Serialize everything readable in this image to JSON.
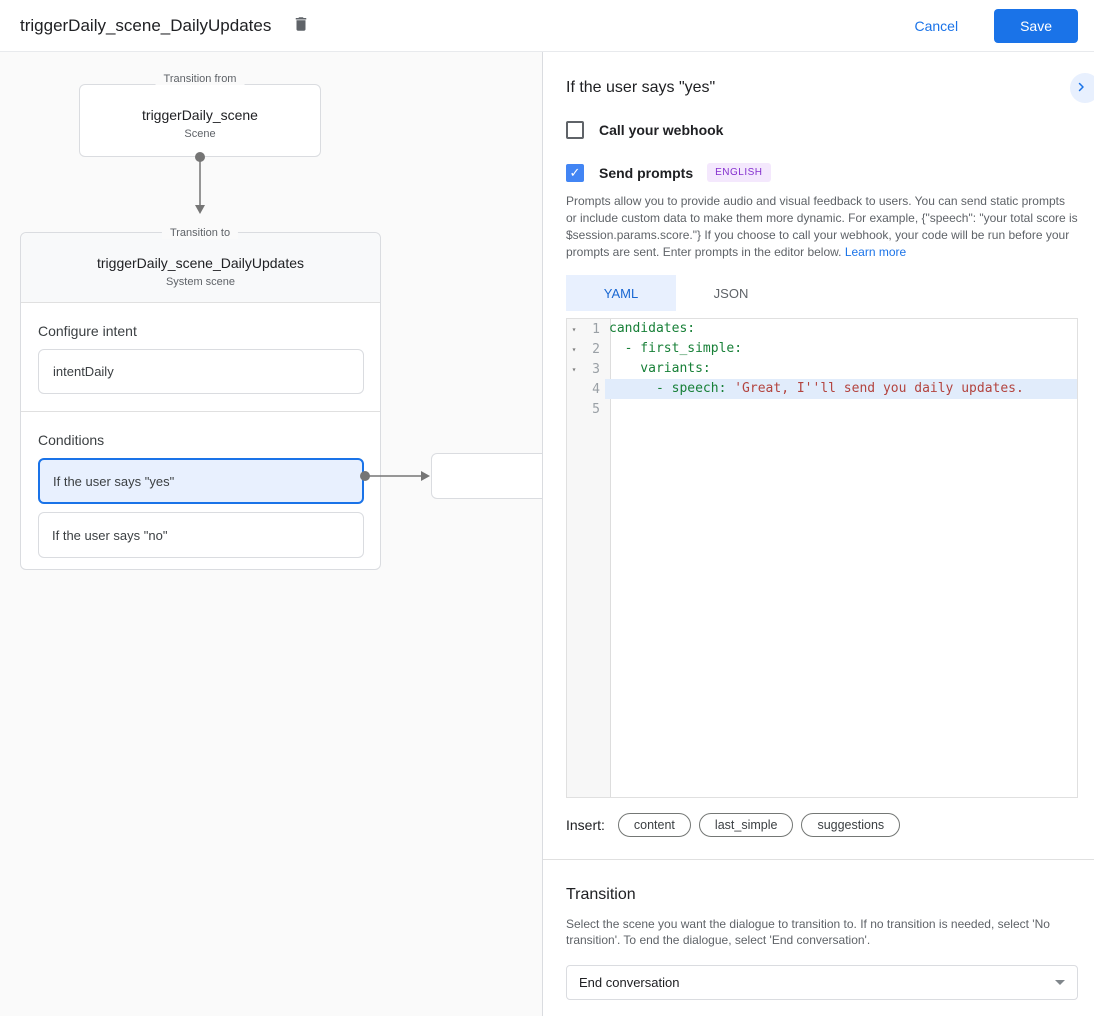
{
  "header": {
    "title": "triggerDaily_scene_DailyUpdates",
    "cancel_label": "Cancel",
    "save_label": "Save"
  },
  "diagram": {
    "from_node": {
      "label": "Transition from",
      "title": "triggerDaily_scene",
      "subtitle": "Scene"
    },
    "to_node": {
      "label": "Transition to",
      "title": "triggerDaily_scene_DailyUpdates",
      "subtitle": "System scene",
      "configure_intent_label": "Configure intent",
      "intent_value": "intentDaily",
      "conditions_label": "Conditions",
      "conditions": [
        {
          "label": "If the user says \"yes\"",
          "selected": true
        },
        {
          "label": "If the user says \"no\"",
          "selected": false
        }
      ]
    }
  },
  "panel": {
    "title": "If the user says \"yes\"",
    "webhook": {
      "label": "Call your webhook",
      "checked": false
    },
    "prompts": {
      "label": "Send prompts",
      "checked": true,
      "language_badge": "ENGLISH",
      "check_glyph": "✓"
    },
    "description": "Prompts allow you to provide audio and visual feedback to users. You can send static prompts or include custom data to make them more dynamic. For example, {\"speech\": \"your total score is $session.params.score.\"} If you choose to call your webhook, your code will be run before your prompts are sent. Enter prompts in the editor below. ",
    "learn_more_label": "Learn more",
    "tabs": [
      {
        "label": "YAML",
        "active": true
      },
      {
        "label": "JSON",
        "active": false
      }
    ],
    "editor": {
      "lines": [
        {
          "num": "1",
          "fold": "▾",
          "key": "candidates:",
          "str": ""
        },
        {
          "num": "2",
          "fold": "▾",
          "key": "  - first_simple:",
          "str": ""
        },
        {
          "num": "3",
          "fold": "▾",
          "key": "    variants:",
          "str": ""
        },
        {
          "num": "4",
          "fold": "",
          "key": "      - speech: ",
          "str": "'Great, I''ll send you daily updates."
        },
        {
          "num": "5",
          "fold": "",
          "key": "",
          "str": ""
        }
      ]
    },
    "insert": {
      "label": "Insert:",
      "chips": [
        "content",
        "last_simple",
        "suggestions"
      ]
    },
    "transition": {
      "title": "Transition",
      "description": "Select the scene you want the dialogue to transition to. If no transition is needed, select 'No transition'. To end the dialogue, select 'End conversation'.",
      "selected_value": "End conversation"
    }
  },
  "colors": {
    "accent_blue": "#1a73e8",
    "selected_bg": "#e8f0fe",
    "code_key_green": "#188038",
    "code_string_red": "#b3443f",
    "badge_purple": "#8430ce",
    "badge_bg": "#f4e8fd"
  }
}
